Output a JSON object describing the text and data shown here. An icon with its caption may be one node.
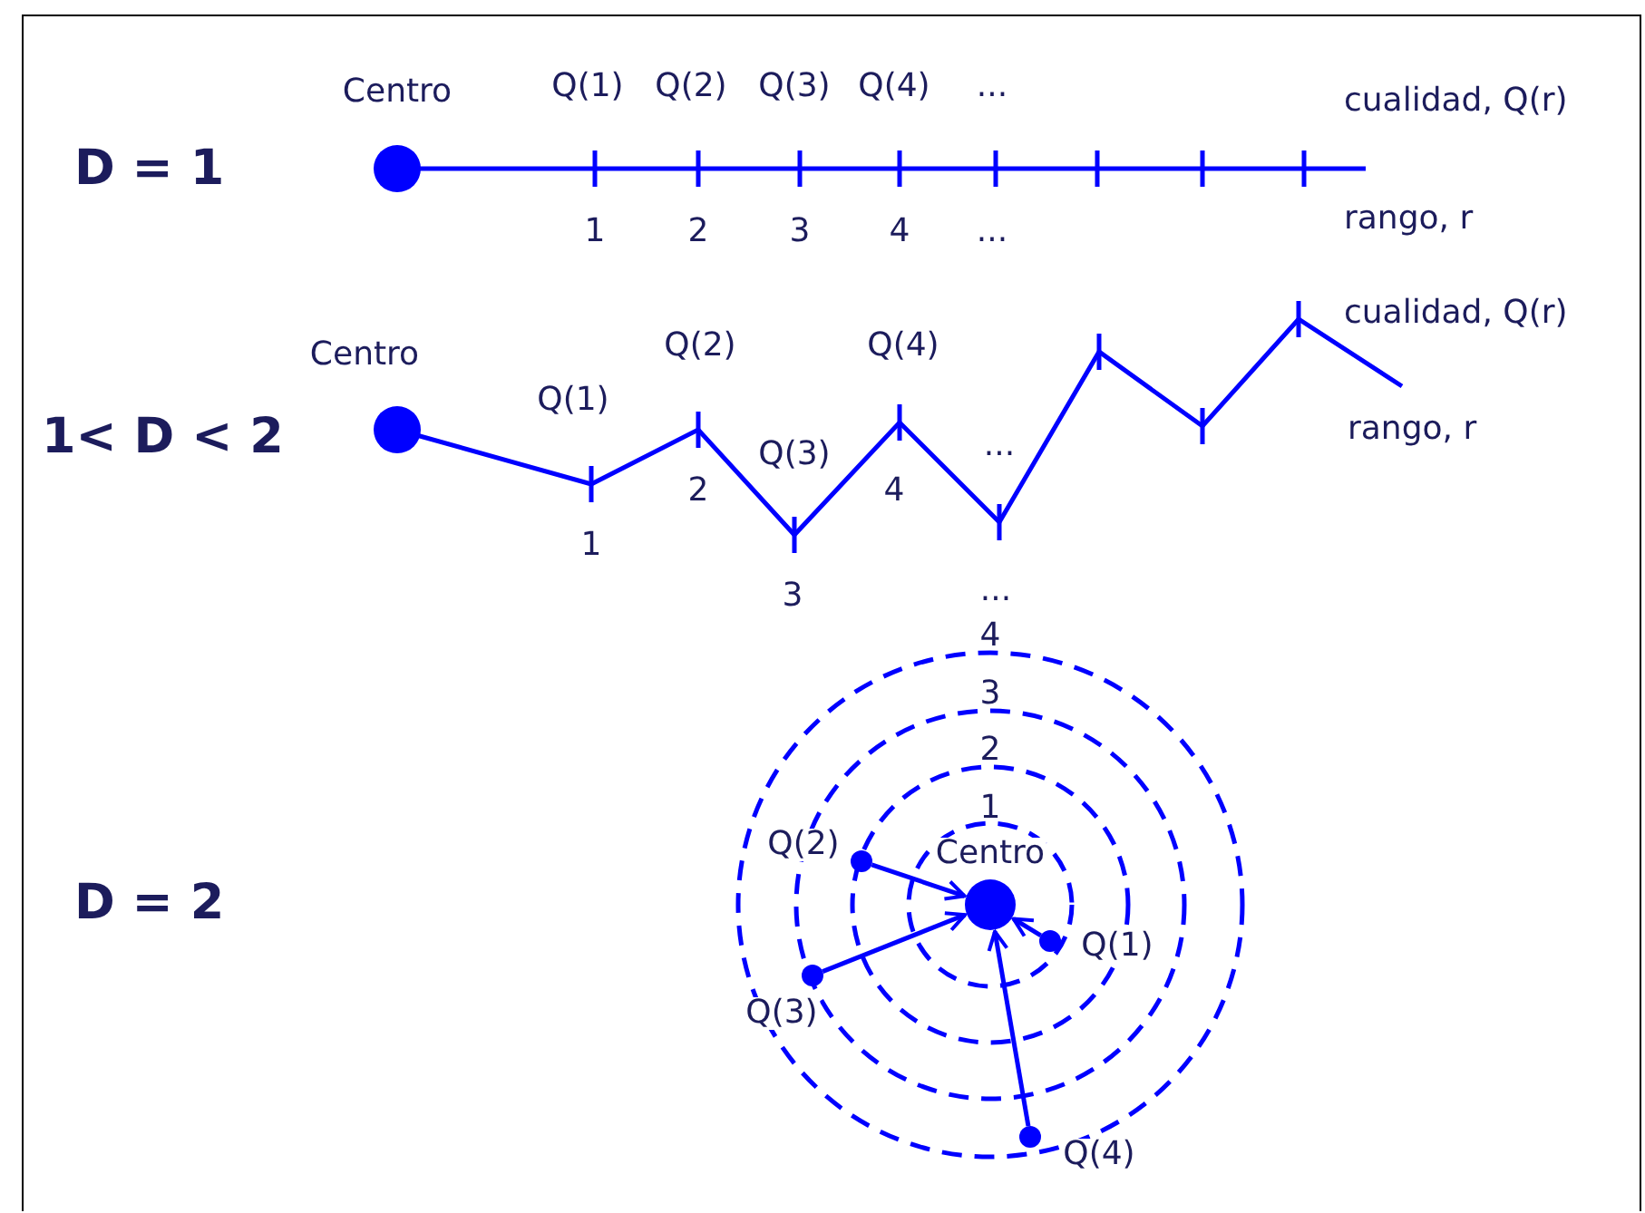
{
  "diagram": {
    "nodes": [
      {
        "text": [],
        "shape": "circle",
        "beside": [
          "Centro"
        ]
      },
      {
        "text": [],
        "shape": "circle",
        "beside": [
          "Q(1)"
        ]
      },
      {
        "text": [],
        "shape": "circle",
        "beside": [
          "Q(2)"
        ]
      },
      {
        "text": [],
        "shape": "circle",
        "beside": [
          "Q(3)"
        ]
      },
      {
        "text": [],
        "shape": "circle",
        "beside": [
          "Q(4)"
        ]
      }
    ],
    "edges": [
      {
        "from": 1,
        "to": 0,
        "arrow": "to"
      },
      {
        "from": 2,
        "to": 0,
        "arrow": "to"
      },
      {
        "from": 3,
        "to": 0,
        "arrow": "to"
      },
      {
        "from": 4,
        "to": 0,
        "arrow": "to"
      }
    ],
    "labels": [
      "Centro",
      "Q(1)",
      "Q(2)",
      "Q(3)",
      "Q(4)",
      "...",
      "cualidad, Q(r)",
      "D = 1",
      "1",
      "2",
      "3",
      "4",
      "...",
      "rango, r",
      "Centro",
      "Q(2)",
      "Q(4)",
      "cualidad, Q(r)",
      "Q(1)",
      "1< D < 2",
      "Q(3)",
      "...",
      "rango, r",
      "2",
      "4",
      "1",
      "3",
      "...",
      "4",
      "3",
      "2",
      "1",
      "D = 2"
    ]
  }
}
